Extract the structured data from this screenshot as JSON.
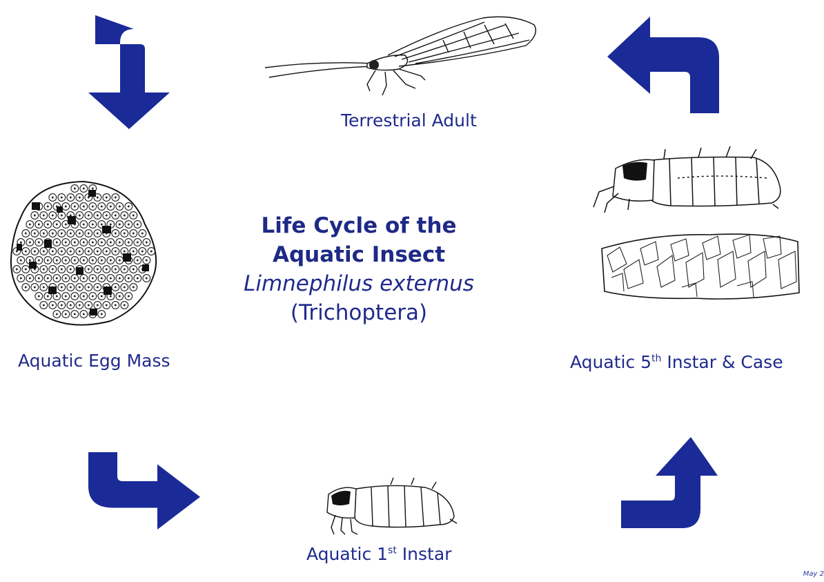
{
  "title": {
    "line1": "Life Cycle of the",
    "line2": "Aquatic Insect",
    "species": "Limnephilus externus",
    "order": "(Trichoptera)"
  },
  "stages": {
    "adult": {
      "label": "Terrestrial Adult"
    },
    "egg": {
      "label": "Aquatic Egg Mass"
    },
    "instar1": {
      "label_pre": "Aquatic 1",
      "label_sup": "st",
      "label_post": " Instar"
    },
    "instar5": {
      "label_pre": "Aquatic 5",
      "label_sup": "th",
      "label_post": " Instar & Case"
    }
  },
  "corner_note": "May 2",
  "colors": {
    "arrow": "#1a2a96",
    "text": "#1f2a8c",
    "ink": "#111111"
  }
}
